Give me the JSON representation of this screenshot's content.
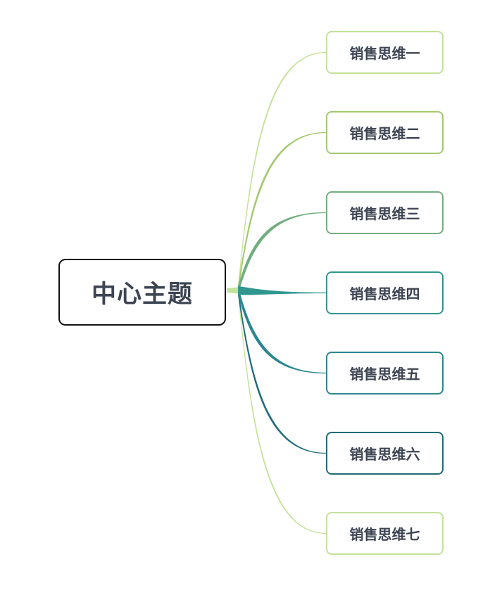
{
  "center": {
    "label": "中心主题",
    "border_color": "#111111"
  },
  "branches": [
    {
      "label": "销售思维一",
      "color": "#c3e29a"
    },
    {
      "label": "销售思维二",
      "color": "#a4c96d"
    },
    {
      "label": "销售思维三",
      "color": "#72ae80"
    },
    {
      "label": "销售思维四",
      "color": "#30968f"
    },
    {
      "label": "销售思维五",
      "color": "#2b8690"
    },
    {
      "label": "销售思维六",
      "color": "#1f6c78"
    },
    {
      "label": "销售思维七",
      "color": "#c3e29a"
    }
  ]
}
